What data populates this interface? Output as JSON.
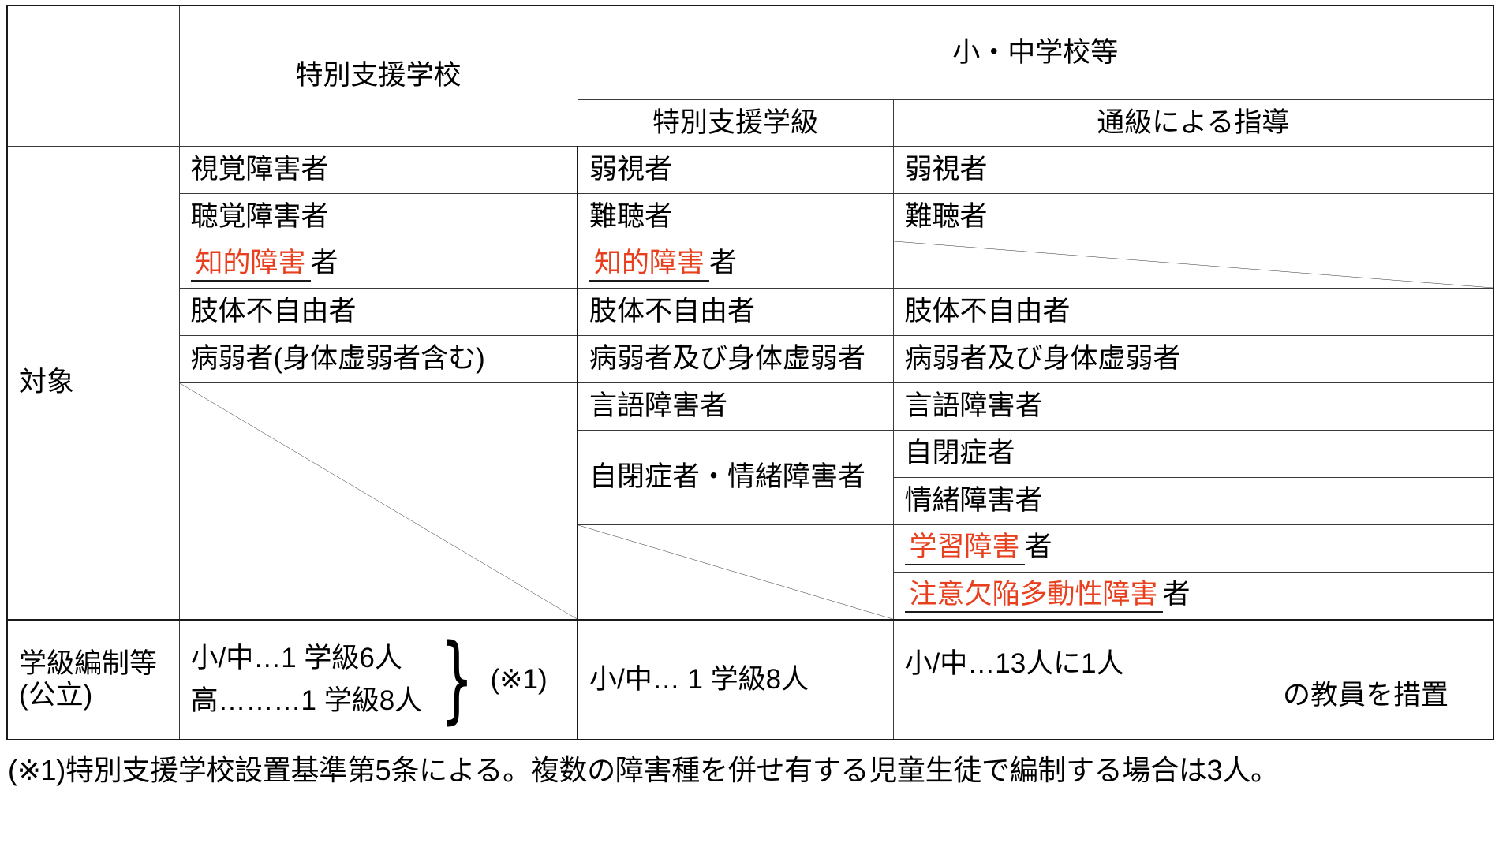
{
  "header": {
    "col_special_school": "特別支援学校",
    "col_regular_school": "小・中学校等",
    "sub_special_class": "特別支援学級",
    "sub_tsukyu": "通級による指導"
  },
  "row_labels": {
    "target": "対象",
    "class_org_line1": "学級編制等",
    "class_org_line2": "(公立)"
  },
  "target_rows": [
    {
      "special_school": "視覚障害者",
      "special_class": "弱視者",
      "tsukyu": "弱視者"
    },
    {
      "special_school": "聴覚障害者",
      "special_class": "難聴者",
      "tsukyu": "難聴者"
    },
    {
      "special_school_red": "知的障害",
      "special_school_tail": "者",
      "special_class_red": "知的障害",
      "special_class_tail": "者",
      "tsukyu": ""
    },
    {
      "special_school": "肢体不自由者",
      "special_class": "肢体不自由者",
      "tsukyu": "肢体不自由者"
    },
    {
      "special_school": "病弱者(身体虚弱者含む)",
      "special_class": "病弱者及び身体虚弱者",
      "tsukyu": "病弱者及び身体虚弱者"
    },
    {
      "special_school": "",
      "special_class": "言語障害者",
      "tsukyu": "言語障害者"
    },
    {
      "special_school": "",
      "special_class": "自閉症者・情緒障害者",
      "tsukyu": "自閉症者"
    },
    {
      "special_school": "",
      "special_class": "",
      "tsukyu": "情緒障害者"
    },
    {
      "special_school": "",
      "special_class": "",
      "tsukyu_red": "学習障害",
      "tsukyu_tail": "者"
    },
    {
      "special_school": "",
      "special_class": "",
      "tsukyu_red": "注意欠陥多動性障害",
      "tsukyu_tail": "者"
    }
  ],
  "composition": {
    "special_school_line1": "小/中…1 学級6人",
    "special_school_line2": "高………1 学級8人",
    "special_school_note": "(※1)",
    "special_class": "小/中… 1 学級8人",
    "tsukyu_line1": "小/中…13人に1人",
    "tsukyu_line2": "の教員を措置"
  },
  "footnote": "(※1)特別支援学校設置基準第5条による。複数の障害種を併せ有する児童生徒で編制する場合は3人。",
  "colors": {
    "accent_red": "#e8401f",
    "border": "#1a1a1a"
  }
}
